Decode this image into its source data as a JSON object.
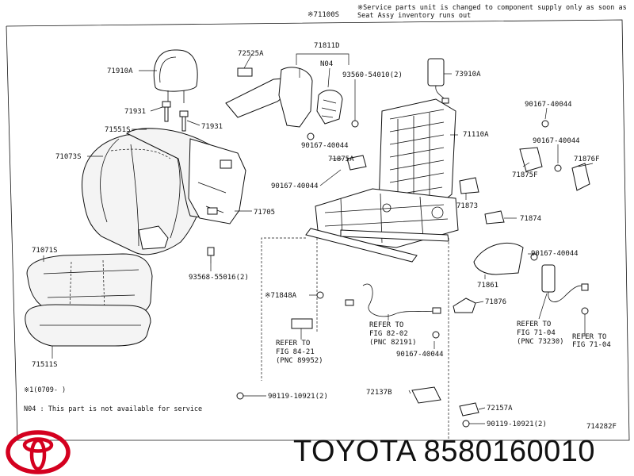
{
  "header": {
    "group_code": "※71100S",
    "note_line1": "※Service parts unit is changed to component supply only as soon as",
    "note_line2": "Seat Assy inventory runs out"
  },
  "labels": {
    "p71910A": "71910A",
    "p71931a": "71931",
    "p71931b": "71931",
    "p71551S": "71551S",
    "p71073S": "71073S",
    "p72525A": "72525A",
    "p71811D": "71811D",
    "pN04": "N04",
    "p93560": "93560-54010(2)",
    "p73910A": "73910A",
    "p90167a": "90167-40044",
    "p90167b": "90167-40044",
    "p90167c": "90167-40044",
    "p90167d": "90167-40044",
    "p90167e": "90167-40044",
    "p90167f": "90167-40044",
    "p71110A": "71110A",
    "p71875A": "71875A",
    "p71875F": "71875F",
    "p71876F": "71876F",
    "p71873": "71873",
    "p71874": "71874",
    "p71705": "71705",
    "p71071S": "71071S",
    "p93568": "93568-55016(2)",
    "p71848A": "※71848A",
    "p71861": "71861",
    "p71876": "71876",
    "p71511S": "71511S",
    "p72137B": "72137B",
    "p72157A": "72157A",
    "p90119a": "90119-10921(2)",
    "p90119b": "90119-10921(2)",
    "ref1_a": "REFER TO",
    "ref1_b": "FIG 84-21",
    "ref1_c": "(PNC 89952)",
    "ref2_a": "REFER TO",
    "ref2_b": "FIG 82-02",
    "ref2_c": "(PNC 82191)",
    "ref3_a": "REFER TO",
    "ref3_b": "FIG 71-04",
    "ref3_c": "(PNC 73230)",
    "ref4_a": "REFER TO",
    "ref4_b": "FIG 71-04"
  },
  "footnotes": {
    "mark1": "※1(0709-     )",
    "n04": "N04 : This part is not available for service"
  },
  "illustration_code": "714282F",
  "brand": {
    "logo_name": "toyota-logo",
    "logo_color": "#d4001f",
    "part_number_text": "TOYOTA 8580160010"
  }
}
